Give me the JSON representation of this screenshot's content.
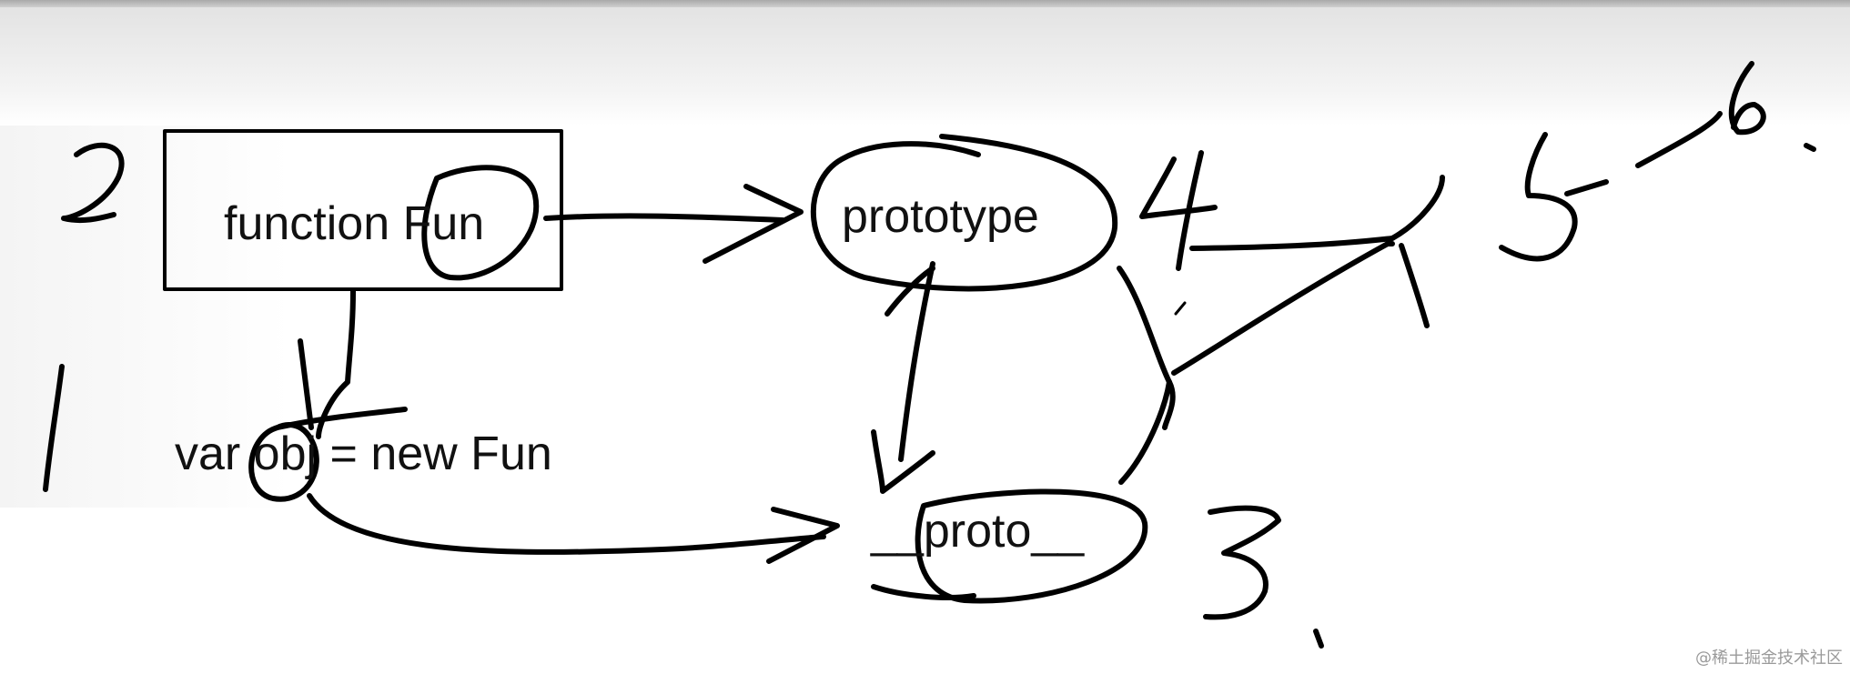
{
  "diagram": {
    "function_label": "function Fun",
    "prototype_label": "prototype",
    "var_label": "var obj = new Fun",
    "proto_label": "__proto__",
    "step_numbers": [
      "1",
      "2",
      "3.",
      "4",
      "5",
      "6."
    ]
  },
  "watermark": "@稀土掘金技术社区"
}
